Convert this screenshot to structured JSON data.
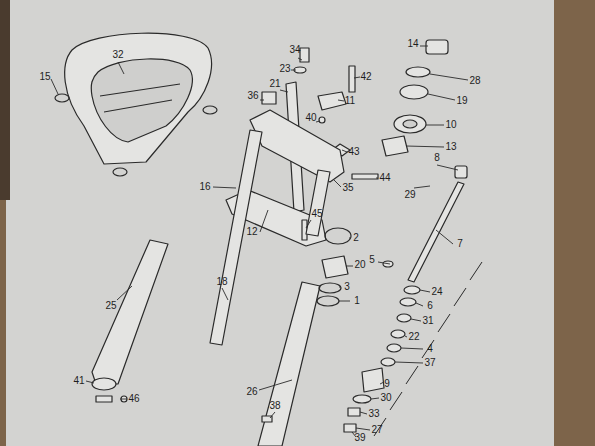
{
  "diagram": {
    "labels": [
      "32",
      "15",
      "34",
      "23",
      "42",
      "14",
      "28",
      "19",
      "36",
      "21",
      "11",
      "40",
      "10",
      "43",
      "13",
      "16",
      "35",
      "44",
      "8",
      "29",
      "45",
      "12",
      "2",
      "7",
      "20",
      "5",
      "3",
      "24",
      "1",
      "6",
      "25",
      "18",
      "31",
      "22",
      "4",
      "37",
      "41",
      "46",
      "9",
      "30",
      "26",
      "38",
      "33",
      "27",
      "39"
    ]
  }
}
